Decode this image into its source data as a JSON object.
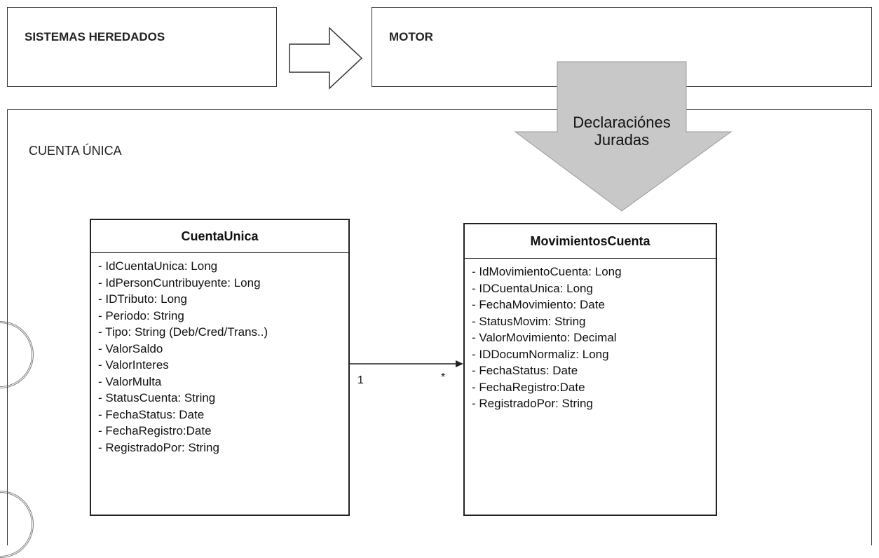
{
  "legacy_box": {
    "title": "SISTEMAS HEREDADOS"
  },
  "motor_box": {
    "title": "MOTOR"
  },
  "flow_arrow": {
    "label_line1": "Declaraciónes",
    "label_line2": "Juradas"
  },
  "cuenta_box": {
    "title": "CUENTA ÚNICA"
  },
  "classes": [
    {
      "name": "CuentaUnica",
      "attributes": [
        "- IdCuentaUnica: Long",
        "- IdPersonCuntribuyente: Long",
        "- IDTributo: Long",
        "- Periodo: String",
        "- Tipo: String (Deb/Cred/Trans..)",
        "- ValorSaldo",
        "- ValorInteres",
        "- ValorMulta",
        "- StatusCuenta: String",
        "- FechaStatus: Date",
        "- FechaRegistro:Date",
        "- RegistradoPor: String"
      ]
    },
    {
      "name": "MovimientosCuenta",
      "attributes": [
        "- IdMovimientoCuenta: Long",
        "- IDCuentaUnica: Long",
        "- FechaMovimiento: Date",
        "- StatusMovim: String",
        "- ValorMovimiento: Decimal",
        "- IDDocumNormaliz: Long",
        "- FechaStatus: Date",
        "- FechaRegistro:Date",
        "- RegistradoPor: String"
      ]
    }
  ],
  "association": {
    "source_multiplicity": "1",
    "target_multiplicity": "*"
  },
  "colors": {
    "arrow_fill": "#c8c8c8",
    "border": "#333333"
  }
}
